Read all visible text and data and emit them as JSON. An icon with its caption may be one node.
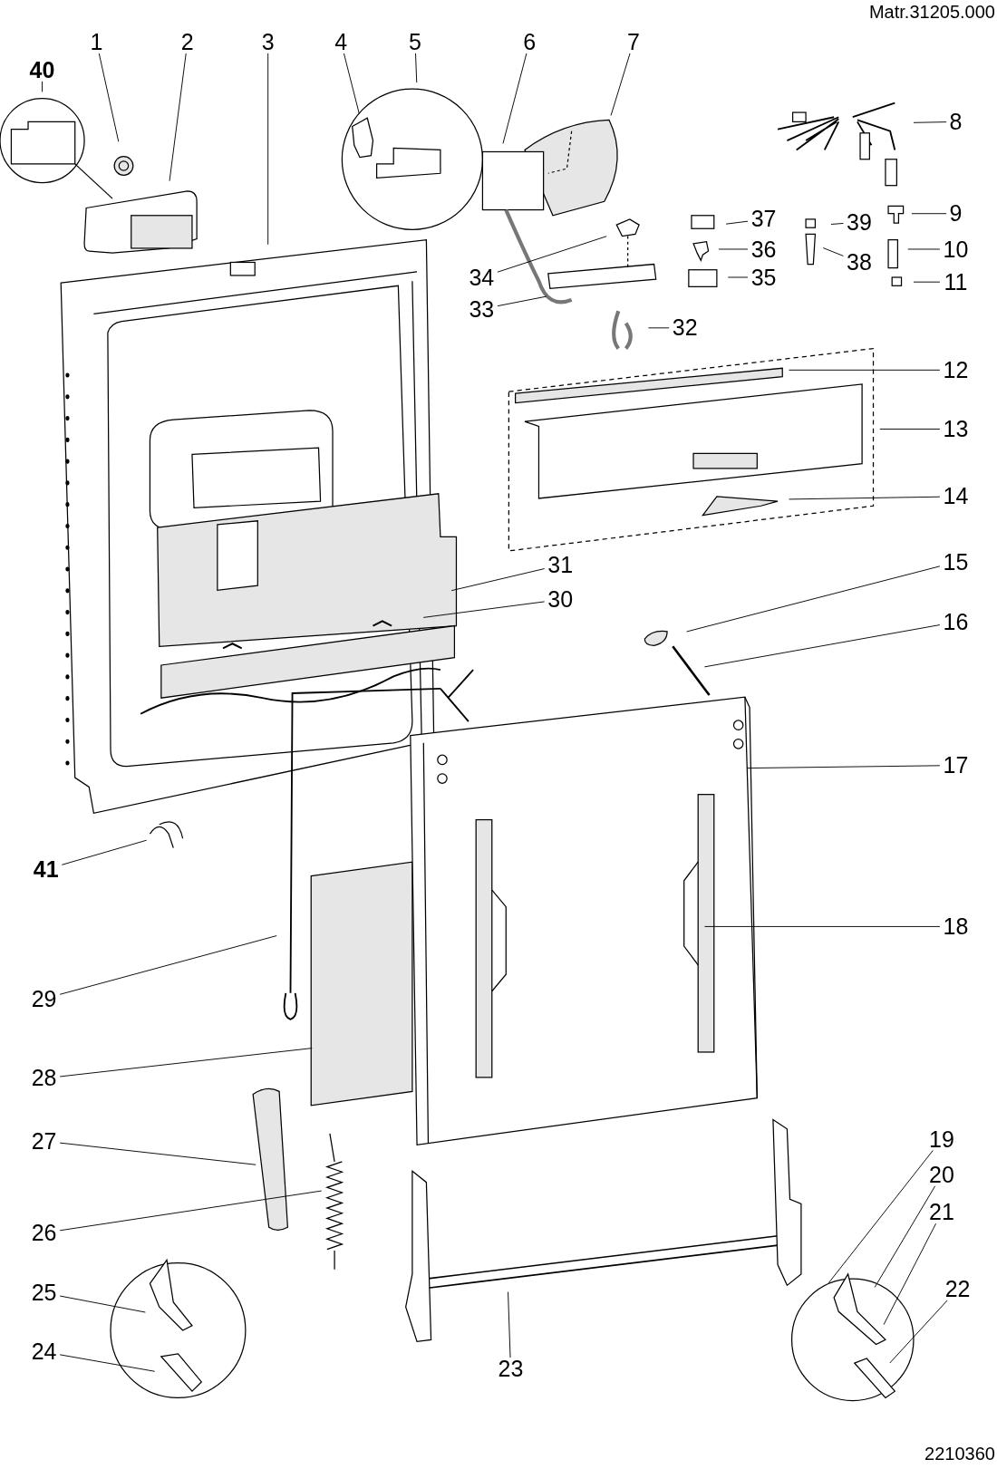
{
  "diagram": {
    "nodes": [
      {
        "text": [
          "1"
        ]
      },
      {
        "text": [
          "2"
        ]
      },
      {
        "text": [
          "3"
        ]
      },
      {
        "text": [
          "4"
        ]
      },
      {
        "text": [
          "5"
        ]
      },
      {
        "text": [
          "6"
        ]
      },
      {
        "text": [
          "7"
        ]
      },
      {
        "text": [
          "8"
        ]
      },
      {
        "text": [
          "9"
        ]
      },
      {
        "text": [
          "10"
        ]
      },
      {
        "text": [
          "11"
        ]
      },
      {
        "text": [
          "12"
        ]
      },
      {
        "text": [
          "13"
        ]
      },
      {
        "text": [
          "14"
        ]
      },
      {
        "text": [
          "15"
        ]
      },
      {
        "text": [
          "16"
        ]
      },
      {
        "text": [
          "17"
        ]
      },
      {
        "text": [
          "18"
        ]
      },
      {
        "text": [
          "19"
        ]
      },
      {
        "text": [
          "20"
        ]
      },
      {
        "text": [
          "21"
        ]
      },
      {
        "text": [
          "22"
        ]
      },
      {
        "text": [
          "23"
        ]
      },
      {
        "text": [
          "24"
        ]
      },
      {
        "text": [
          "25"
        ]
      },
      {
        "text": [
          "26"
        ]
      },
      {
        "text": [
          "27"
        ]
      },
      {
        "text": [
          "28"
        ]
      },
      {
        "text": [
          "29"
        ]
      },
      {
        "text": [
          "30"
        ]
      },
      {
        "text": [
          "31"
        ]
      },
      {
        "text": [
          "32"
        ]
      },
      {
        "text": [
          "33"
        ]
      },
      {
        "text": [
          "34"
        ]
      },
      {
        "text": [
          "35"
        ]
      },
      {
        "text": [
          "36"
        ]
      },
      {
        "text": [
          "37"
        ]
      },
      {
        "text": [
          "38"
        ]
      },
      {
        "text": [
          "39"
        ]
      },
      {
        "text": [
          "40"
        ]
      },
      {
        "text": [
          "41"
        ]
      }
    ],
    "edges": [
      {
        "from": 0,
        "to": null,
        "arrow": "none"
      },
      {
        "from": 1,
        "to": null,
        "arrow": "none"
      },
      {
        "from": 2,
        "to": null,
        "arrow": "none"
      },
      {
        "from": 3,
        "to": null,
        "arrow": "none"
      },
      {
        "from": 4,
        "to": null,
        "arrow": "none"
      },
      {
        "from": 5,
        "to": null,
        "arrow": "none"
      },
      {
        "from": 6,
        "to": null,
        "arrow": "none"
      },
      {
        "from": 7,
        "to": null,
        "arrow": "none"
      },
      {
        "from": 8,
        "to": null,
        "arrow": "none"
      },
      {
        "from": 9,
        "to": null,
        "arrow": "none"
      },
      {
        "from": 10,
        "to": null,
        "arrow": "none"
      },
      {
        "from": 11,
        "to": null,
        "arrow": "none"
      },
      {
        "from": 12,
        "to": null,
        "arrow": "none"
      },
      {
        "from": 13,
        "to": null,
        "arrow": "none"
      },
      {
        "from": 14,
        "to": null,
        "arrow": "none"
      },
      {
        "from": 15,
        "to": null,
        "arrow": "none"
      },
      {
        "from": 16,
        "to": null,
        "arrow": "none"
      },
      {
        "from": 17,
        "to": null,
        "arrow": "none"
      },
      {
        "from": 18,
        "to": null,
        "arrow": "none"
      },
      {
        "from": 19,
        "to": null,
        "arrow": "none"
      },
      {
        "from": 20,
        "to": null,
        "arrow": "none"
      },
      {
        "from": 21,
        "to": null,
        "arrow": "none"
      },
      {
        "from": 22,
        "to": null,
        "arrow": "none"
      },
      {
        "from": 23,
        "to": null,
        "arrow": "none"
      },
      {
        "from": 24,
        "to": null,
        "arrow": "none"
      },
      {
        "from": 25,
        "to": null,
        "arrow": "none"
      },
      {
        "from": 26,
        "to": null,
        "arrow": "none"
      },
      {
        "from": 27,
        "to": null,
        "arrow": "none"
      },
      {
        "from": 28,
        "to": null,
        "arrow": "none"
      },
      {
        "from": 29,
        "to": null,
        "arrow": "none"
      },
      {
        "from": 30,
        "to": null,
        "arrow": "none"
      },
      {
        "from": 31,
        "to": null,
        "arrow": "none"
      },
      {
        "from": 32,
        "to": null,
        "arrow": "none"
      },
      {
        "from": 33,
        "to": null,
        "arrow": "none"
      },
      {
        "from": 34,
        "to": null,
        "arrow": "none"
      },
      {
        "from": 35,
        "to": null,
        "arrow": "none"
      },
      {
        "from": 36,
        "to": null,
        "arrow": "none"
      },
      {
        "from": 37,
        "to": null,
        "arrow": "none"
      },
      {
        "from": 38,
        "to": null,
        "arrow": "none"
      },
      {
        "from": 39,
        "to": null,
        "arrow": "none"
      },
      {
        "from": 40,
        "to": null,
        "arrow": "none"
      }
    ],
    "labels": [
      "Matr.31205.000",
      "2210360"
    ]
  }
}
